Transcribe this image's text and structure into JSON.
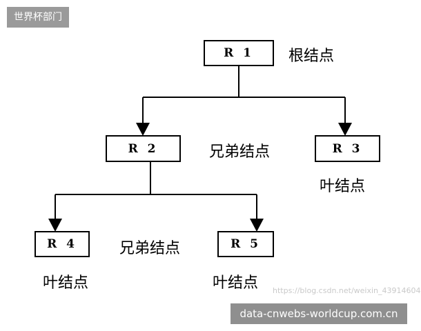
{
  "header_tag": "世界杯部门",
  "nodes": {
    "r1": "R 1",
    "r2": "R 2",
    "r3": "R 3",
    "r4": "R 4",
    "r5": "R 5"
  },
  "labels": {
    "root": "根结点",
    "sibling_top": "兄弟结点",
    "leaf_r3": "叶结点",
    "sibling_bottom": "兄弟结点",
    "leaf_r4": "叶结点",
    "leaf_r5": "叶结点"
  },
  "faint_watermark": "https://blog.csdn.net/weixin_43914604",
  "watermark": "data-cnwebs-worldcup.com.cn",
  "colors": {
    "line": "#000000",
    "tag_bg": "#9a9a9a",
    "watermark_bg": "#8f8f8f"
  }
}
